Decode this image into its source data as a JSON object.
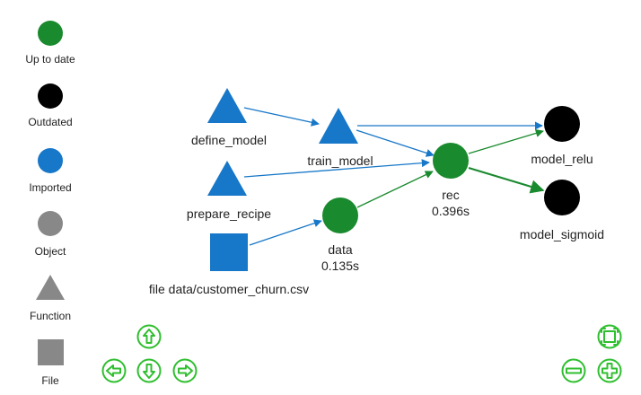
{
  "legend": {
    "items": [
      {
        "label": "Up to date",
        "color": "#1a8a2e",
        "shape": "circle"
      },
      {
        "label": "Outdated",
        "color": "#000000",
        "shape": "circle"
      },
      {
        "label": "Imported",
        "color": "#1777c8",
        "shape": "circle"
      },
      {
        "label": "Object",
        "color": "#888888",
        "shape": "circle"
      },
      {
        "label": "Function",
        "color": "#888888",
        "shape": "triangle"
      },
      {
        "label": "File",
        "color": "#888888",
        "shape": "square"
      }
    ]
  },
  "nodes": {
    "define_model": {
      "label": "define_model",
      "status": "imported",
      "type": "function"
    },
    "prepare_recipe": {
      "label": "prepare_recipe",
      "status": "imported",
      "type": "function"
    },
    "file_data": {
      "label": "file data/customer_churn.csv",
      "status": "imported",
      "type": "file"
    },
    "train_model": {
      "label": "train_model",
      "status": "imported",
      "type": "function"
    },
    "data": {
      "label": "data",
      "time": "0.135s",
      "status": "up to date",
      "type": "object"
    },
    "rec": {
      "label": "rec",
      "time": "0.396s",
      "status": "up to date",
      "type": "object"
    },
    "model_relu": {
      "label": "model_relu",
      "status": "outdated",
      "type": "object"
    },
    "model_sigmoid": {
      "label": "model_sigmoid",
      "status": "outdated",
      "type": "object"
    }
  },
  "edges": [
    {
      "from": "define_model",
      "to": "train_model"
    },
    {
      "from": "prepare_recipe",
      "to": "rec"
    },
    {
      "from": "file_data",
      "to": "data"
    },
    {
      "from": "train_model",
      "to": "rec"
    },
    {
      "from": "train_model",
      "to": "model_relu"
    },
    {
      "from": "data",
      "to": "rec"
    },
    {
      "from": "rec",
      "to": "model_relu"
    },
    {
      "from": "rec",
      "to": "model_sigmoid"
    }
  ],
  "controls": {
    "pan_up": "pan-up-icon",
    "pan_left": "pan-left-icon",
    "pan_down": "pan-down-icon",
    "pan_right": "pan-right-icon",
    "fit": "fit-to-screen-icon",
    "zoom_out": "zoom-out-icon",
    "zoom_in": "zoom-in-icon"
  },
  "colors": {
    "up_to_date": "#1a8a2e",
    "outdated": "#000000",
    "imported": "#1777c8",
    "neutral": "#888888",
    "control": "#2fbf2f"
  }
}
